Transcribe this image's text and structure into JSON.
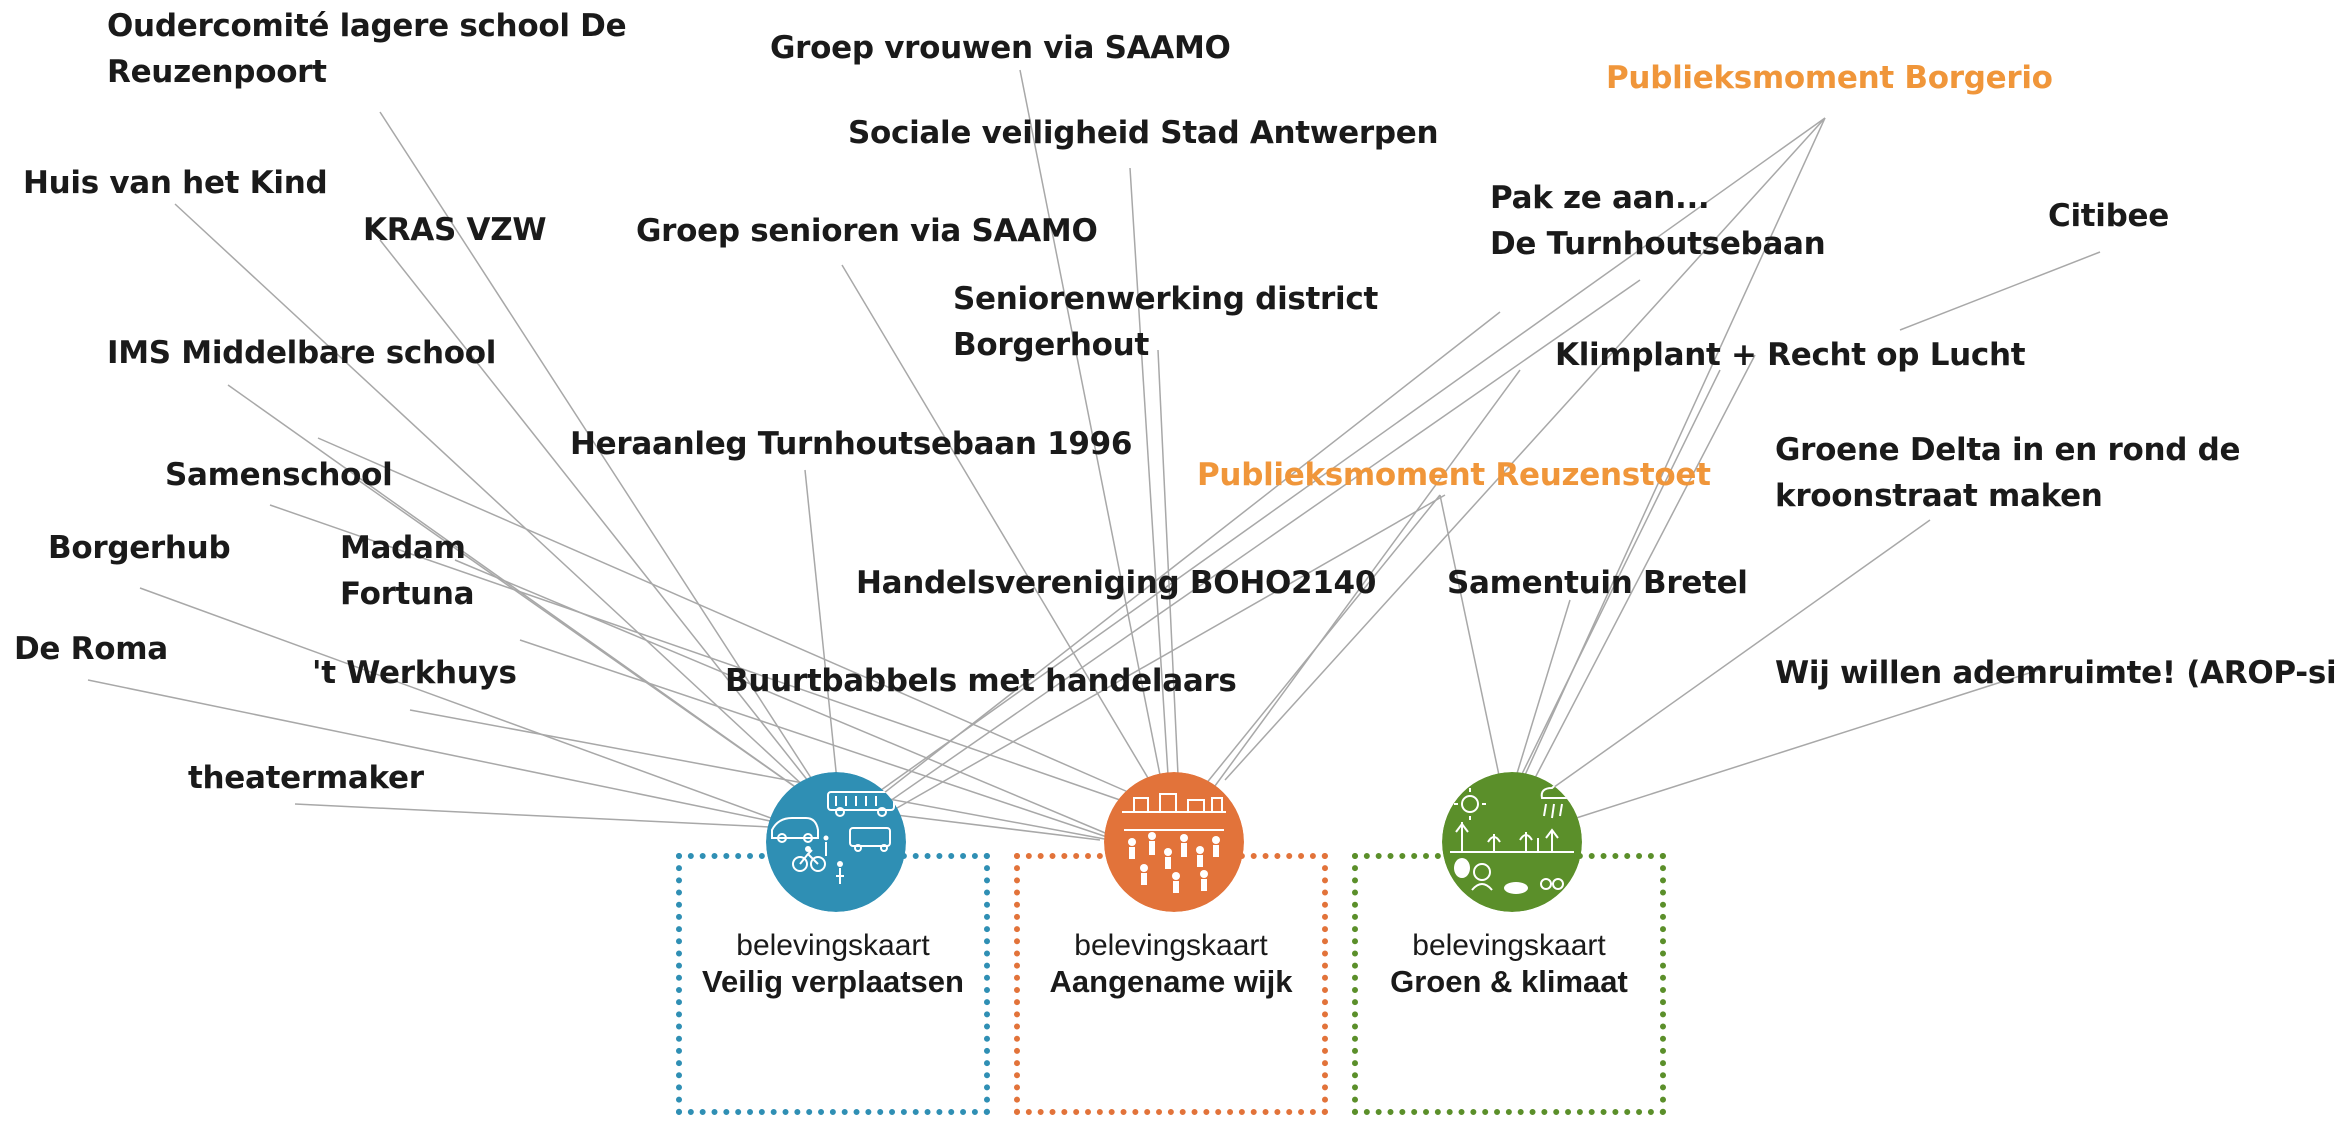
{
  "labels": {
    "ouder": [
      "Oudercomité lagere school De",
      "Reuzenpoort"
    ],
    "huis": "Huis van het Kind",
    "kras": "KRAS VZW",
    "ims": "IMS Middelbare school",
    "samenschool": "Samenschool",
    "borgerhub": "Borgerhub",
    "madam": [
      "Madam",
      "Fortuna"
    ],
    "deroma": "De Roma",
    "werkhuys": "'t Werkhuys",
    "theatermaker": "theatermaker",
    "vrouwen": "Groep vrouwen via SAAMO",
    "sociale": "Sociale veiligheid Stad Antwerpen",
    "senioren": "Groep senioren via SAAMO",
    "seniorenwerking": [
      "Seniorenwerking district",
      "Borgerhout"
    ],
    "heraanleg": "Heraanleg Turnhoutsebaan 1996",
    "handels": "Handelsvereniging BOHO2140",
    "buurtbabbels": "Buurtbabbels met handelaars",
    "borgerio": "Publieksmoment Borgerio",
    "pakzeaan": [
      "Pak ze aan...",
      "De Turnhoutsebaan"
    ],
    "citibee": "Citibee",
    "klimplant": "Klimplant + Recht op Lucht",
    "reuzenstoet": "Publieksmoment Reuzenstoet",
    "groenedelta": [
      "Groene Delta in en rond de",
      "kroonstraat maken"
    ],
    "samentuin": "Samentuin Bretel",
    "ademruimte": "Wij willen ademruimte! (AROP-site)"
  },
  "maps": [
    {
      "pre": "belevingskaart",
      "main": "Veilig verplaatsen",
      "theme": "blue"
    },
    {
      "pre": "belevingskaart",
      "main": "Aangename wijk",
      "theme": "orange"
    },
    {
      "pre": "belevingskaart",
      "main": "Groen & klimaat",
      "theme": "green"
    }
  ],
  "colors": {
    "blue": "#2f8fb4",
    "orange": "#e2733a",
    "green": "#5b8f2a",
    "highlight": "#f0963a",
    "connector": "#a8a8a8"
  },
  "icons": [
    "traffic-icon",
    "crowd-icon",
    "nature-icon"
  ]
}
